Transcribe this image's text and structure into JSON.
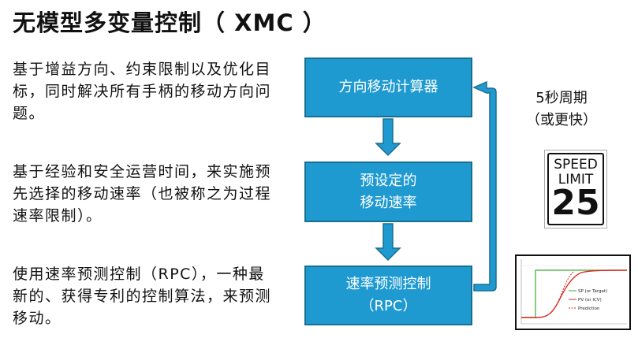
{
  "title": "无模型多变量控制（ XMC ）",
  "paragraphs": [
    "基于增益方向、约束限制以及优化目标，同时解决所有手柄的移动方向问题。",
    "基于经验和安全运营时间，来实施预先选择的移动速率（也被称之为过程速率限制）。",
    "使用速率预测控制（RPC），一种最新的、获得专利的控制算法，来预测移动。"
  ],
  "flow": {
    "box1": {
      "line1": "方向移动计算器"
    },
    "box2": {
      "line1": "预设定的",
      "line2": "移动速率"
    },
    "box3": {
      "line1": "速率预测控制",
      "line2": "（RPC）"
    }
  },
  "period": {
    "line1": "5秒周期",
    "line2": "（或更快）"
  },
  "speed_sign": {
    "line1": "SPEED",
    "line2": "LIMIT",
    "number": "25"
  },
  "mini_chart": {
    "legend": [
      "SP (or Target)",
      "PV (or ICV)",
      "Prediction"
    ]
  },
  "colors": {
    "box_fill": "#1e9ad0",
    "box_border": "#1a6f8f",
    "sp_line": "#3aaa35",
    "pv_line": "#d62b1f",
    "prediction_line": "#d62b1f"
  }
}
